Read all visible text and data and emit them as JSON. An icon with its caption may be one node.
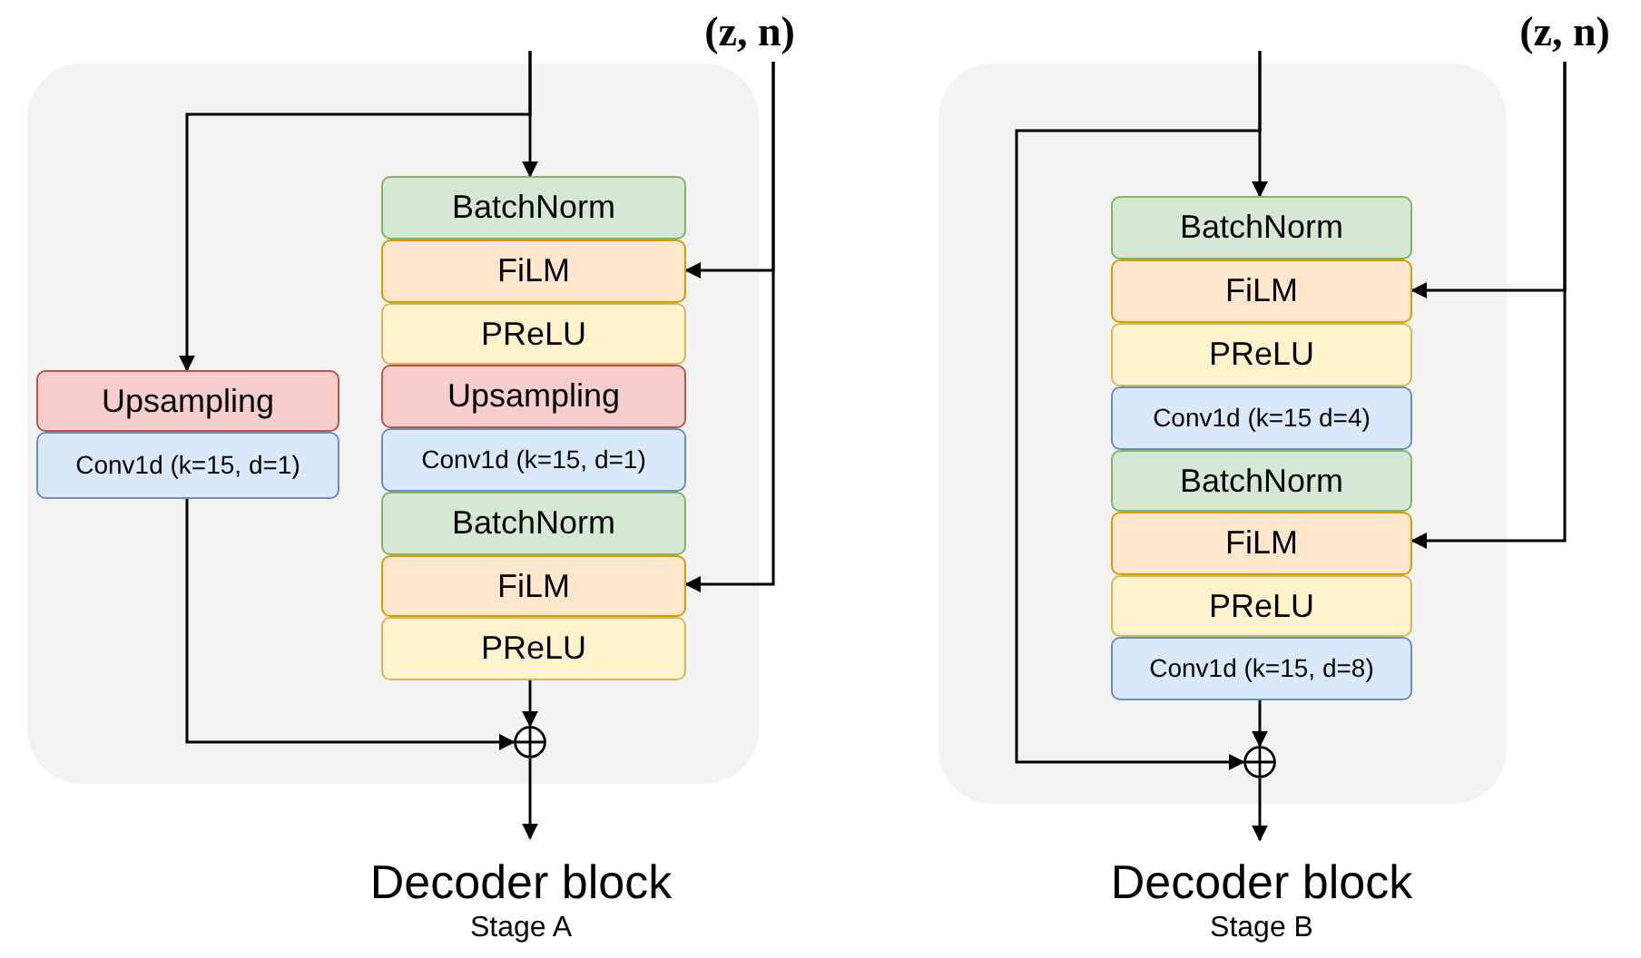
{
  "diagram": {
    "nodes": [
      {
        "text": [
          "Decoder block",
          "Stage A"
        ]
      },
      {
        "text": [
          "(z, n)"
        ]
      },
      {
        "text": [
          "Upsampling"
        ],
        "in": 0
      },
      {
        "text": [
          "Conv1d (k=15, d=1)"
        ],
        "in": 0
      },
      {
        "text": [
          "BatchNorm"
        ],
        "in": 0
      },
      {
        "text": [
          "FiLM"
        ],
        "in": 0
      },
      {
        "text": [
          "PReLU"
        ],
        "in": 0
      },
      {
        "text": [
          "Upsampling"
        ],
        "in": 0
      },
      {
        "text": [
          "Conv1d (k=15, d=1)"
        ],
        "in": 0
      },
      {
        "text": [
          "BatchNorm"
        ],
        "in": 0
      },
      {
        "text": [
          "FiLM"
        ],
        "in": 0
      },
      {
        "text": [
          "PReLU"
        ],
        "in": 0
      },
      {
        "text": [],
        "shape": "circle",
        "in": 0
      },
      {
        "text": [
          "Decoder block",
          "Stage B"
        ]
      },
      {
        "text": [
          "(z, n)"
        ]
      },
      {
        "text": [
          "BatchNorm"
        ],
        "in": 13
      },
      {
        "text": [
          "FiLM"
        ],
        "in": 13
      },
      {
        "text": [
          "PReLU"
        ],
        "in": 13
      },
      {
        "text": [
          "Conv1d (k=15 d=4)"
        ],
        "in": 13
      },
      {
        "text": [
          "BatchNorm"
        ],
        "in": 13
      },
      {
        "text": [
          "FiLM"
        ],
        "in": 13
      },
      {
        "text": [
          "PReLU"
        ],
        "in": 13
      },
      {
        "text": [
          "Conv1d (k=15, d=8)"
        ],
        "in": 13
      },
      {
        "text": [],
        "shape": "circle",
        "in": 13
      }
    ],
    "edges": [
      {
        "from": null,
        "to": 4,
        "arrow": "to"
      },
      {
        "from": null,
        "to": 2,
        "arrow": "to"
      },
      {
        "from": 1,
        "to": 5,
        "arrow": "to"
      },
      {
        "from": 1,
        "to": 10,
        "arrow": "to"
      },
      {
        "from": 3,
        "to": 12,
        "arrow": "to"
      },
      {
        "from": 11,
        "to": 12,
        "arrow": "to"
      },
      {
        "from": 12,
        "to": null,
        "arrow": "to"
      },
      {
        "from": null,
        "to": 15,
        "arrow": "to"
      },
      {
        "from": null,
        "to": 23,
        "arrow": "to"
      },
      {
        "from": 14,
        "to": 16,
        "arrow": "to"
      },
      {
        "from": 14,
        "to": 20,
        "arrow": "to"
      },
      {
        "from": 22,
        "to": 23,
        "arrow": "to"
      },
      {
        "from": 23,
        "to": null,
        "arrow": "to"
      }
    ]
  }
}
